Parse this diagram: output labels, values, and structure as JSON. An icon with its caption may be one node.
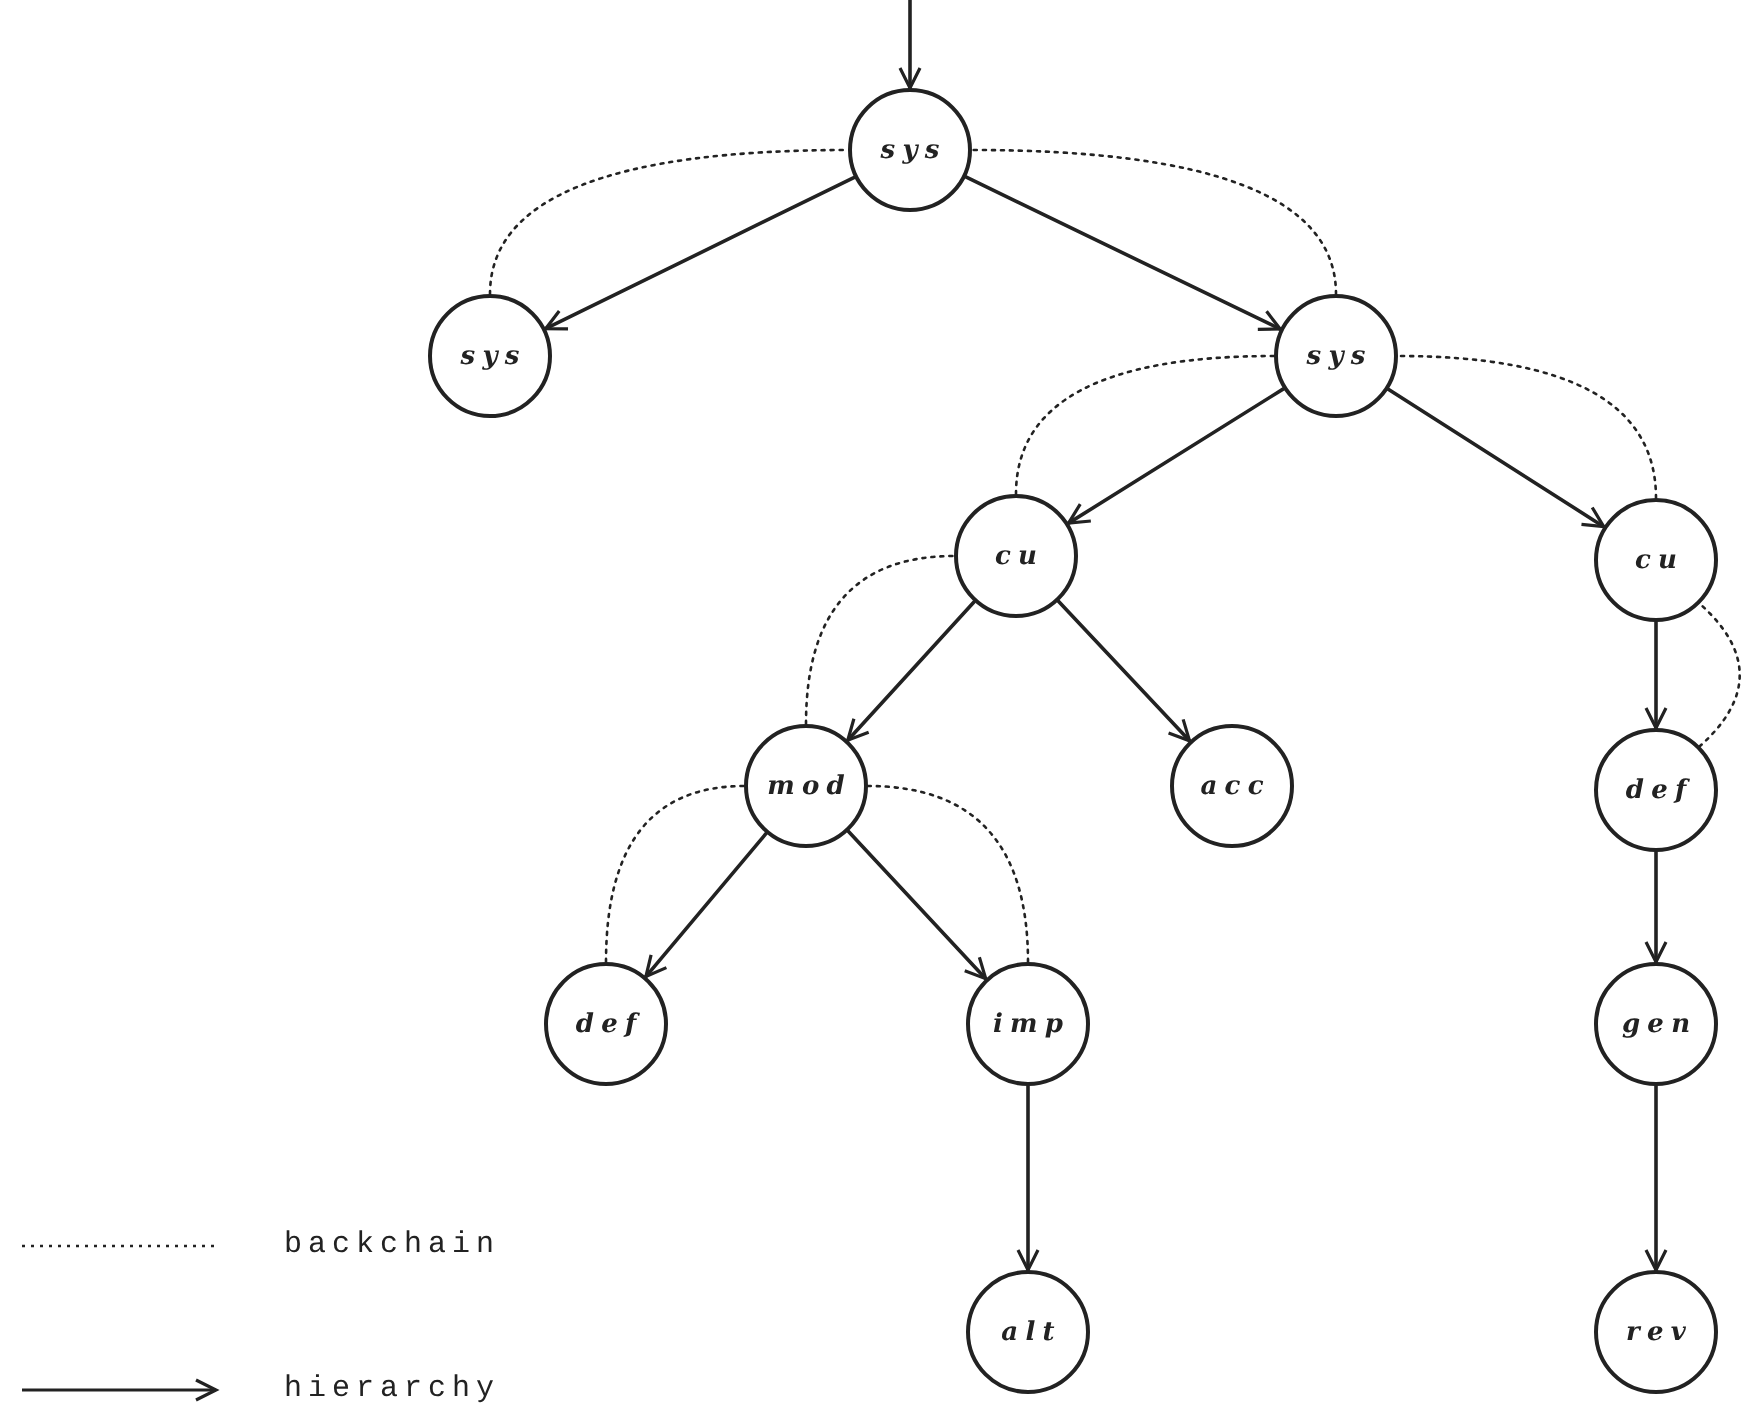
{
  "diagram": {
    "nodes": [
      {
        "text": [
          "sys"
        ]
      },
      {
        "text": [
          "sys"
        ]
      },
      {
        "text": [
          "sys"
        ]
      },
      {
        "text": [
          "cu"
        ]
      },
      {
        "text": [
          "cu"
        ]
      },
      {
        "text": [
          "mod"
        ]
      },
      {
        "text": [
          "acc"
        ]
      },
      {
        "text": [
          "def"
        ]
      },
      {
        "text": [
          "def"
        ]
      },
      {
        "text": [
          "imp"
        ]
      },
      {
        "text": [
          "gen"
        ]
      },
      {
        "text": [
          "alt"
        ]
      },
      {
        "text": [
          "rev"
        ]
      }
    ],
    "edges": [
      {
        "from": null,
        "to": 0,
        "arrow": "to"
      },
      {
        "from": 0,
        "to": 1,
        "arrow": "to"
      },
      {
        "from": 0,
        "to": 2,
        "arrow": "to"
      },
      {
        "from": 2,
        "to": 3,
        "arrow": "to"
      },
      {
        "from": 2,
        "to": 4,
        "arrow": "to"
      },
      {
        "from": 3,
        "to": 5,
        "arrow": "to"
      },
      {
        "from": 3,
        "to": 6,
        "arrow": "to"
      },
      {
        "from": 4,
        "to": 7,
        "arrow": "to"
      },
      {
        "from": 5,
        "to": 8,
        "arrow": "to"
      },
      {
        "from": 5,
        "to": 9,
        "arrow": "to"
      },
      {
        "from": 7,
        "to": 10,
        "arrow": "to"
      },
      {
        "from": 9,
        "to": 11,
        "arrow": "to"
      },
      {
        "from": 10,
        "to": 12,
        "arrow": "to"
      },
      {
        "from": 1,
        "to": 0,
        "arrow": "none",
        "style": "dashed"
      },
      {
        "from": 2,
        "to": 0,
        "arrow": "none",
        "style": "dashed"
      },
      {
        "from": 3,
        "to": 2,
        "arrow": "none",
        "style": "dashed"
      },
      {
        "from": 4,
        "to": 2,
        "arrow": "none",
        "style": "dashed"
      },
      {
        "from": 5,
        "to": 3,
        "arrow": "none",
        "style": "dashed"
      },
      {
        "from": 7,
        "to": 4,
        "arrow": "none",
        "style": "dashed"
      },
      {
        "from": 8,
        "to": 5,
        "arrow": "none",
        "style": "dashed"
      },
      {
        "from": 9,
        "to": 5,
        "arrow": "none",
        "style": "dashed"
      }
    ],
    "legend": [
      {
        "text": "backchain"
      },
      {
        "text": "hierarchy"
      }
    ]
  }
}
